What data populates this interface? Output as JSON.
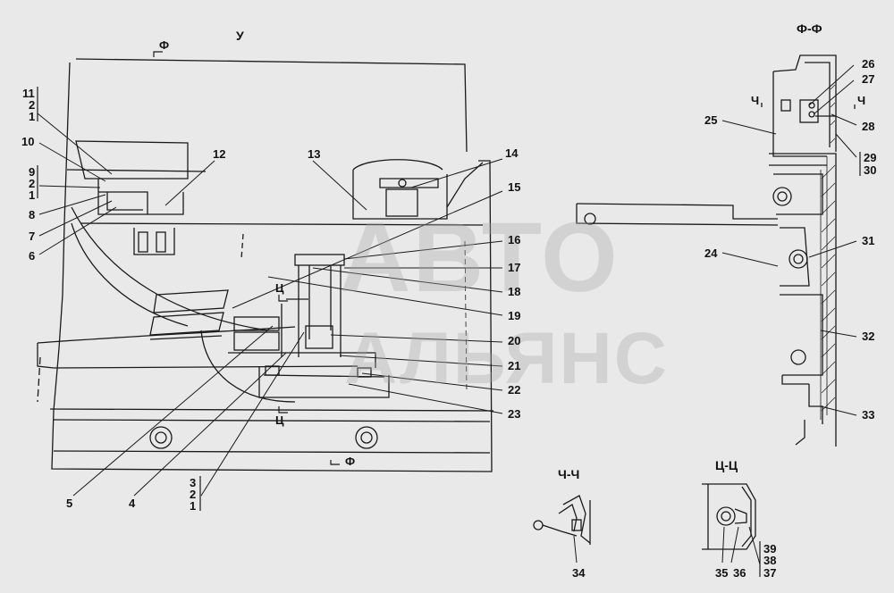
{
  "watermark": {
    "line1": "АВТО",
    "line2": "АЛЬЯНС"
  },
  "headers": {
    "view_u": "У",
    "section_ff": "Ф-Ф",
    "section_chch": "Ч-Ч",
    "section_tsts": "Ц-Ц"
  },
  "cut_marks": {
    "f_top": "Ф",
    "f_bottom": "Ф",
    "ts_top": "Ц",
    "ts_bottom": "Ц",
    "ch_left": "Ч",
    "ch_right": "Ч"
  },
  "callouts": {
    "n1": "1",
    "n2": "2",
    "n3": "3",
    "n4": "4",
    "n5": "5",
    "n6": "6",
    "n7": "7",
    "n8": "8",
    "n9": "9",
    "n10": "10",
    "n11": "11",
    "n12": "12",
    "n13": "13",
    "n14": "14",
    "n15": "15",
    "n16": "16",
    "n17": "17",
    "n18": "18",
    "n19": "19",
    "n20": "20",
    "n21": "21",
    "n22": "22",
    "n23": "23",
    "n24": "24",
    "n25": "25",
    "n26": "26",
    "n27": "27",
    "n28": "28",
    "n29": "29",
    "n30": "30",
    "n31": "31",
    "n32": "32",
    "n33": "33",
    "n34": "34",
    "n35": "35",
    "n36": "36",
    "n37": "37",
    "n38": "38",
    "n39": "39"
  },
  "colors": {
    "background": "#e9e9e9",
    "line": "#1a1a1a",
    "watermark": "#aaaaaa"
  }
}
